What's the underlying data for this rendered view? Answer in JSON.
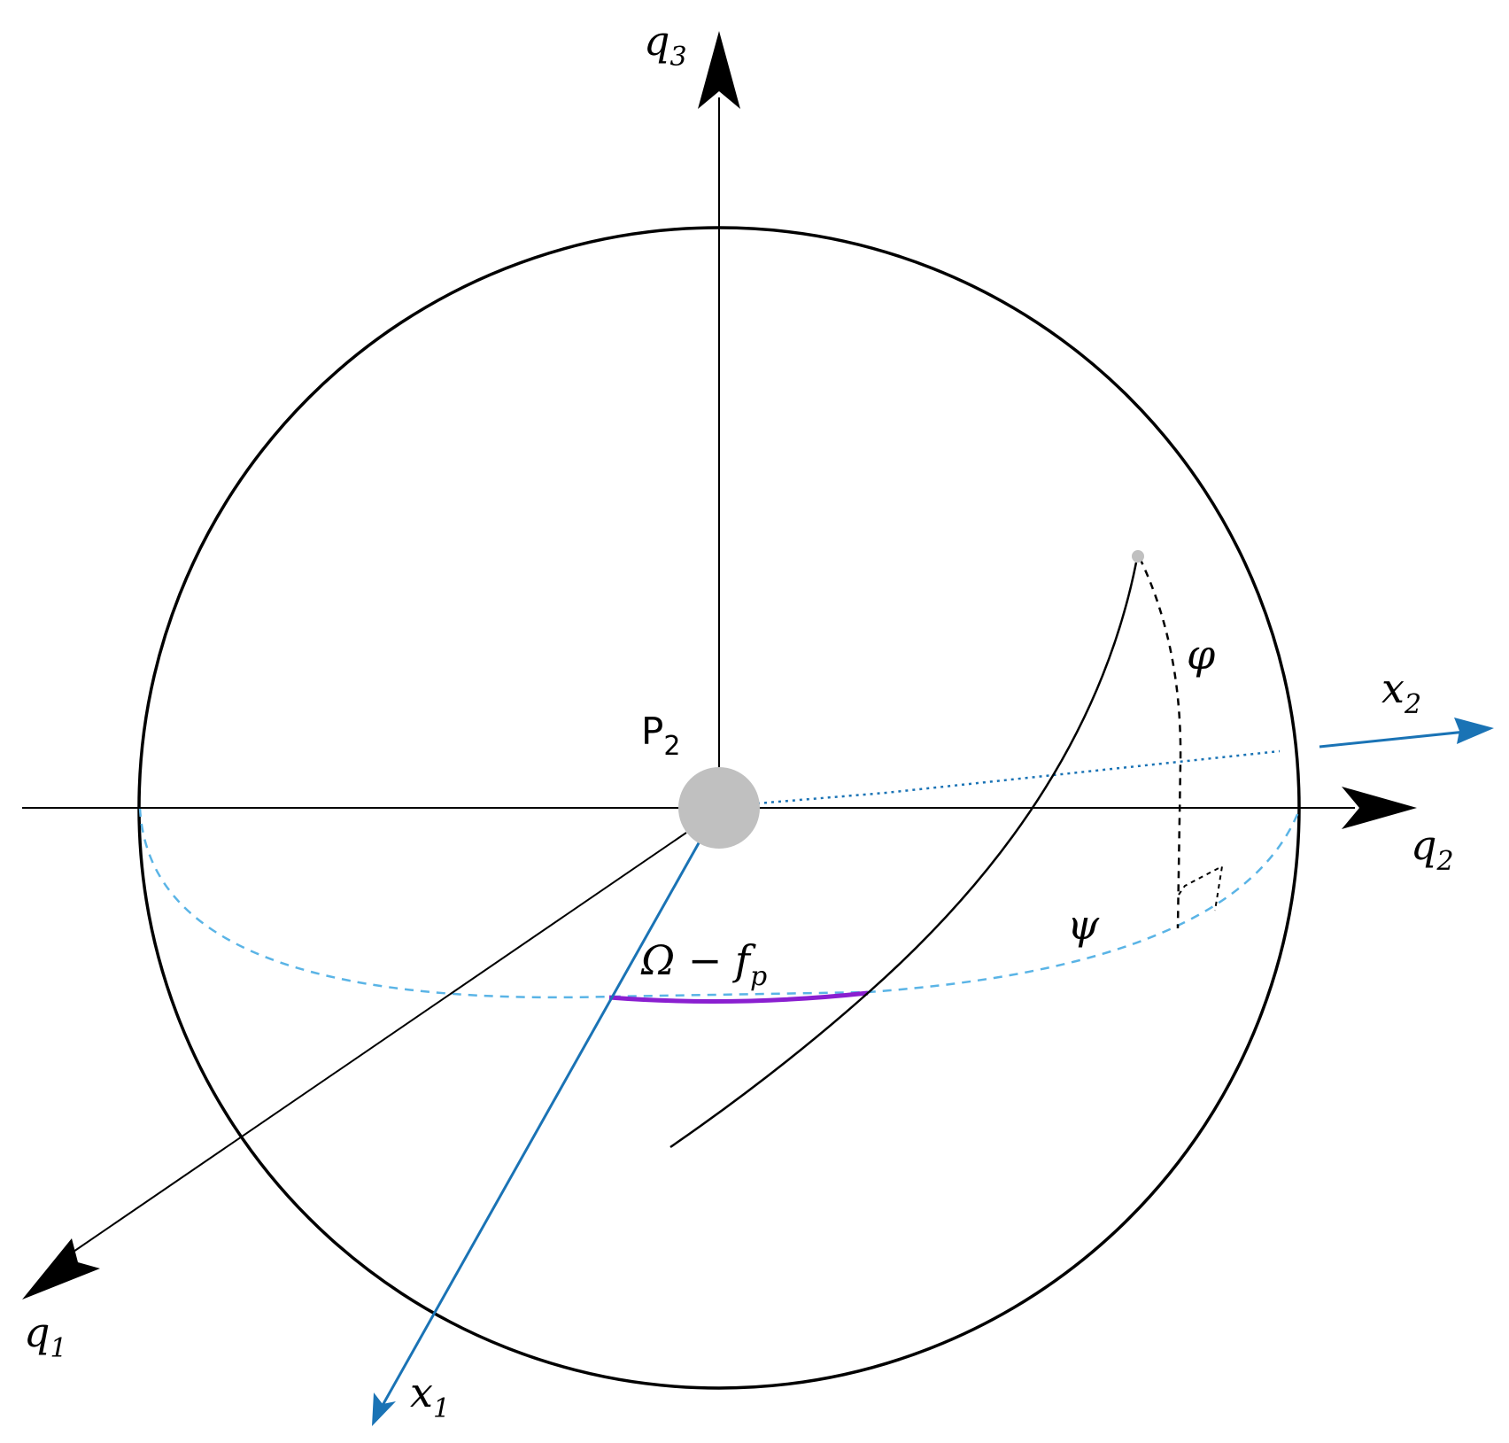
{
  "axes": {
    "q1": {
      "base": "q",
      "sub": "1"
    },
    "q2": {
      "base": "q",
      "sub": "2"
    },
    "q3": {
      "base": "q",
      "sub": "3"
    },
    "x1": {
      "base": "x",
      "sub": "1"
    },
    "x2": {
      "base": "x",
      "sub": "2"
    }
  },
  "body": {
    "base": "P",
    "sub": "2"
  },
  "angles": {
    "phi": "φ",
    "psi": "ψ",
    "node_arc": {
      "text": "Ω − f",
      "sub": "p"
    }
  },
  "colors": {
    "axis": "#000000",
    "rotated_axis": "#1a73b5",
    "equator": "#5ab4e6",
    "node_arc": "#8a1fd0",
    "body": "#c0c0c0"
  }
}
